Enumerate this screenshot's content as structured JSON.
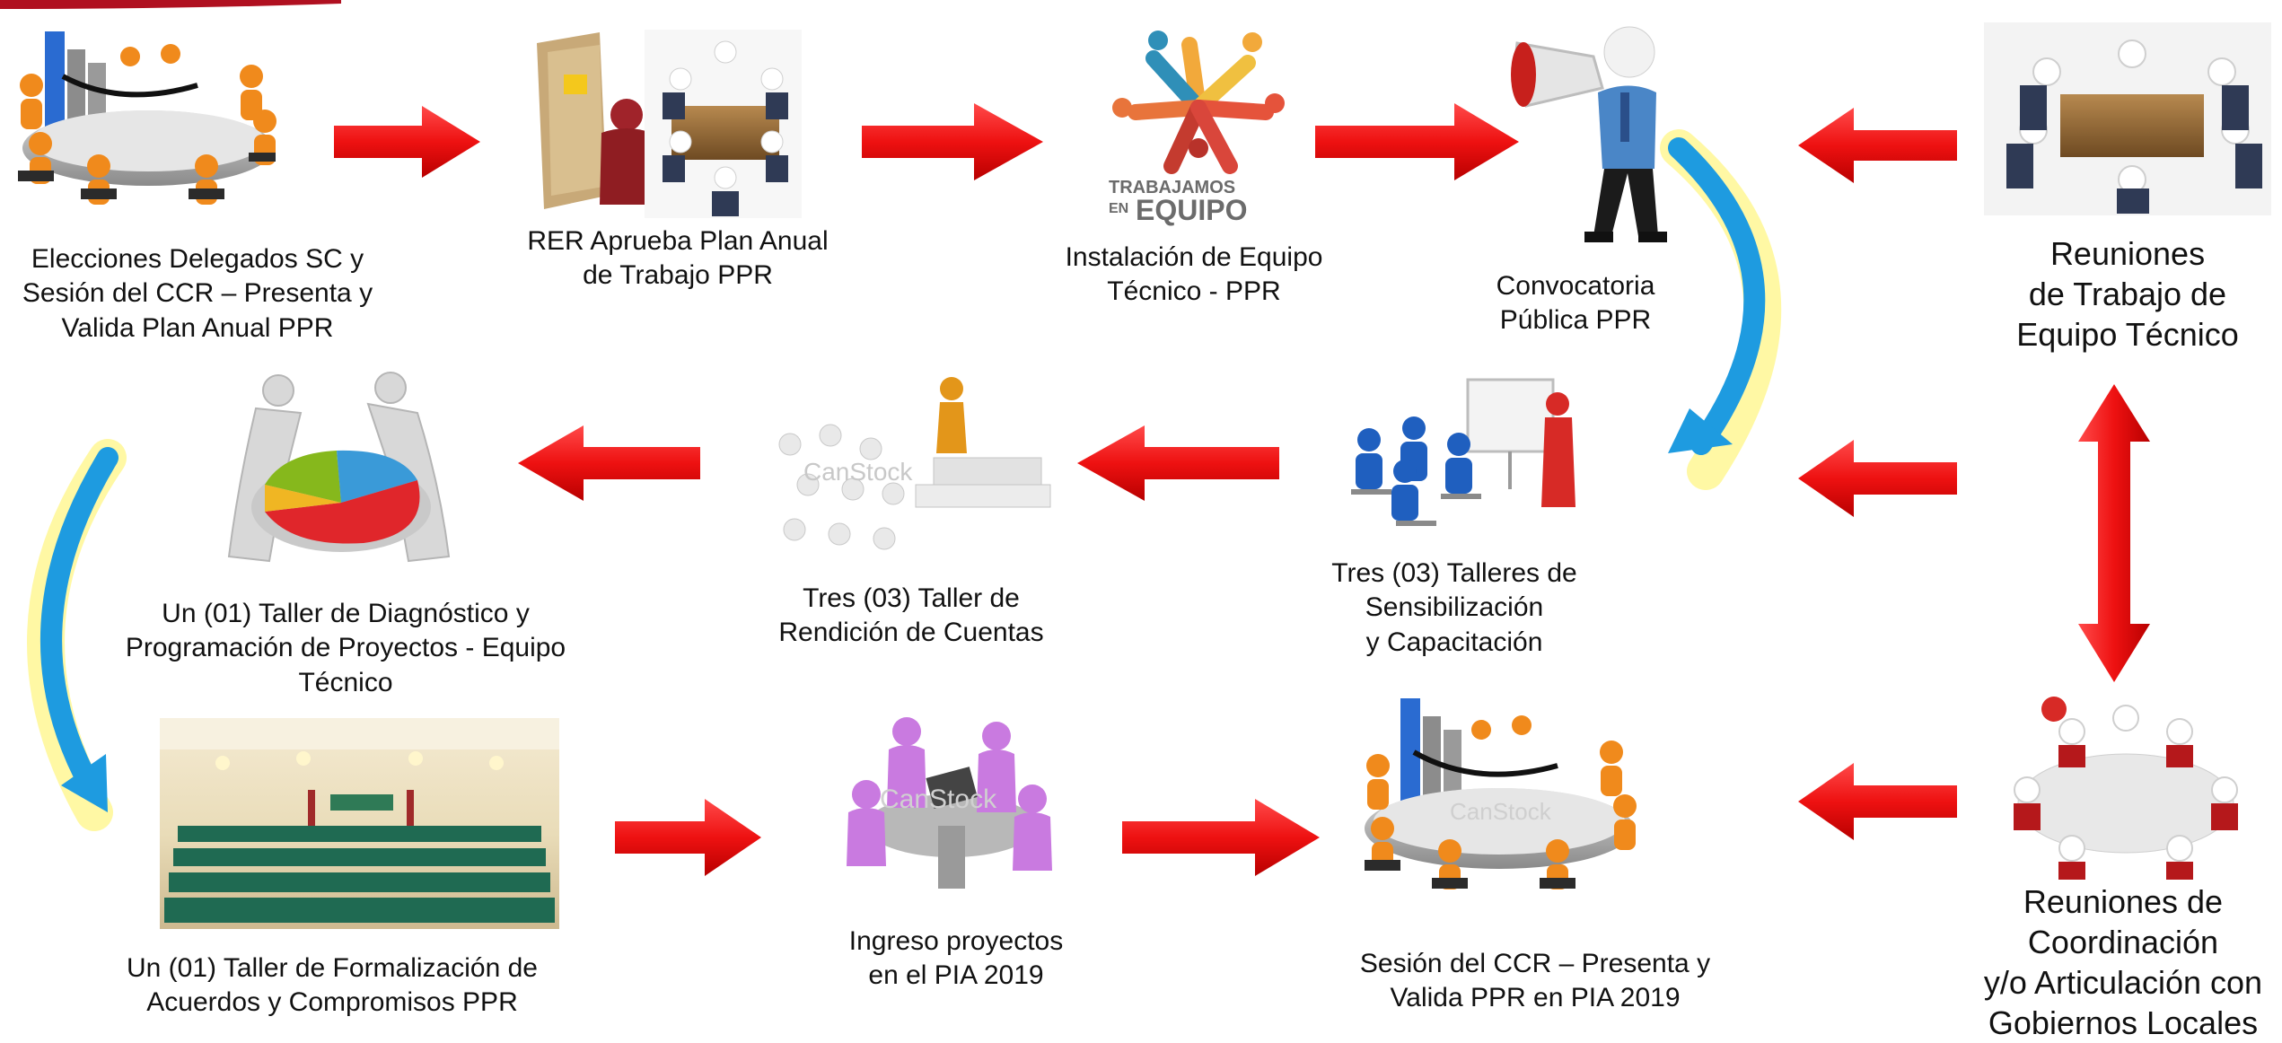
{
  "steps": [
    {
      "lines": [
        "Elecciones Delegados SC y",
        "Sesión del CCR – Presenta y",
        "Valida Plan Anual PPR"
      ]
    },
    {
      "lines": [
        "RER Aprueba Plan Anual",
        "de Trabajo PPR"
      ]
    },
    {
      "lines": [
        "Instalación de Equipo",
        "Técnico - PPR"
      ]
    },
    {
      "lines": [
        "Convocatoria",
        "Pública PPR"
      ]
    },
    {
      "lines": [
        "Reuniones",
        "de Trabajo de",
        "Equipo Técnico"
      ]
    },
    {
      "lines": [
        "Un (01) Taller de Diagnóstico  y",
        "Programación de Proyectos  - Equipo",
        "Técnico"
      ]
    },
    {
      "lines": [
        "Tres (03) Taller de",
        "Rendición de Cuentas"
      ]
    },
    {
      "lines": [
        "Tres (03) Talleres de",
        "Sensibilización",
        "y Capacitación"
      ]
    },
    {
      "lines": [
        "Un (01) Taller de Formalización de",
        "Acuerdos y Compromisos  PPR"
      ]
    },
    {
      "lines": [
        "Ingreso proyectos",
        "en el PIA 2019"
      ]
    },
    {
      "lines": [
        "Sesión del CCR – Presenta y",
        "Valida PPR en PIA 2019"
      ]
    },
    {
      "lines": [
        "Reuniones de",
        "Coordinación",
        "y/o Articulación con",
        "Gobiernos Locales"
      ]
    }
  ],
  "logo": {
    "line1": "TRABAJAMOS",
    "line2a": "EN",
    "line2b": "EQUIPO"
  },
  "watermark": "CanStock",
  "colors": {
    "arrow": "#ee1111",
    "arrow_dark": "#b80000",
    "curve": "#1e9be0",
    "glow": "#fff25a",
    "accent": "#b01020"
  }
}
